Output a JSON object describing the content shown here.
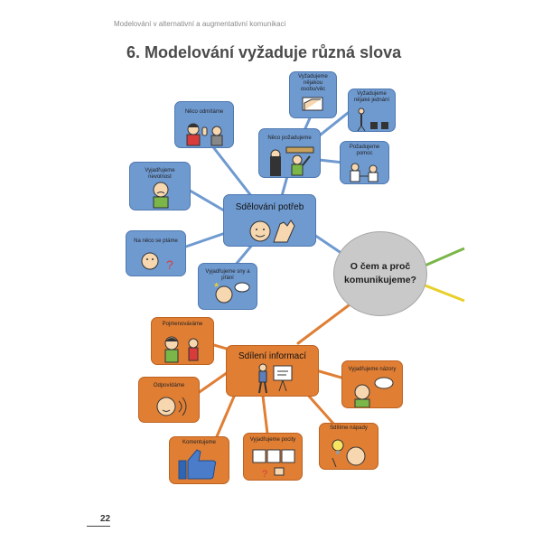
{
  "header": {
    "running_title": "Modelování v alternativní a augmentativní komunikaci"
  },
  "title": "6. Modelování vyžaduje různá slova",
  "center": {
    "label_line1": "O čem a proč",
    "label_line2": "komunikujeme?"
  },
  "hub_blue": {
    "label": "Sdělování potřeb"
  },
  "hub_orange": {
    "label": "Sdílení informací"
  },
  "blue_nodes": {
    "odmitame": "Něco odmítáme",
    "pozadujeme": "Něco požadujeme",
    "osobu": "Vyžadujeme nějakou osobu/věc",
    "jednani": "Vyžadujeme nějaké jednání",
    "pomoc": "Požadujeme pomoc",
    "nevolnost": "Vyjadřujeme nevolnost",
    "ptame": "Na něco se ptáme",
    "sny": "Vyjadřujeme sny a přání"
  },
  "orange_nodes": {
    "pojmenovavame": "Pojmenováváme",
    "odpovidame": "Odpovídáme",
    "komentujeme": "Komentujeme",
    "pocity": "Vyjadřujeme pocity",
    "napady": "Sdílíme nápady",
    "nazory": "Vyjadřujeme názory"
  },
  "page_number": "22",
  "colors": {
    "blue": "#6f9ad0",
    "orange": "#e07e34",
    "grey": "#c9c9c9",
    "green_branch": "#7ab648",
    "yellow_branch": "#e8cf2a"
  }
}
